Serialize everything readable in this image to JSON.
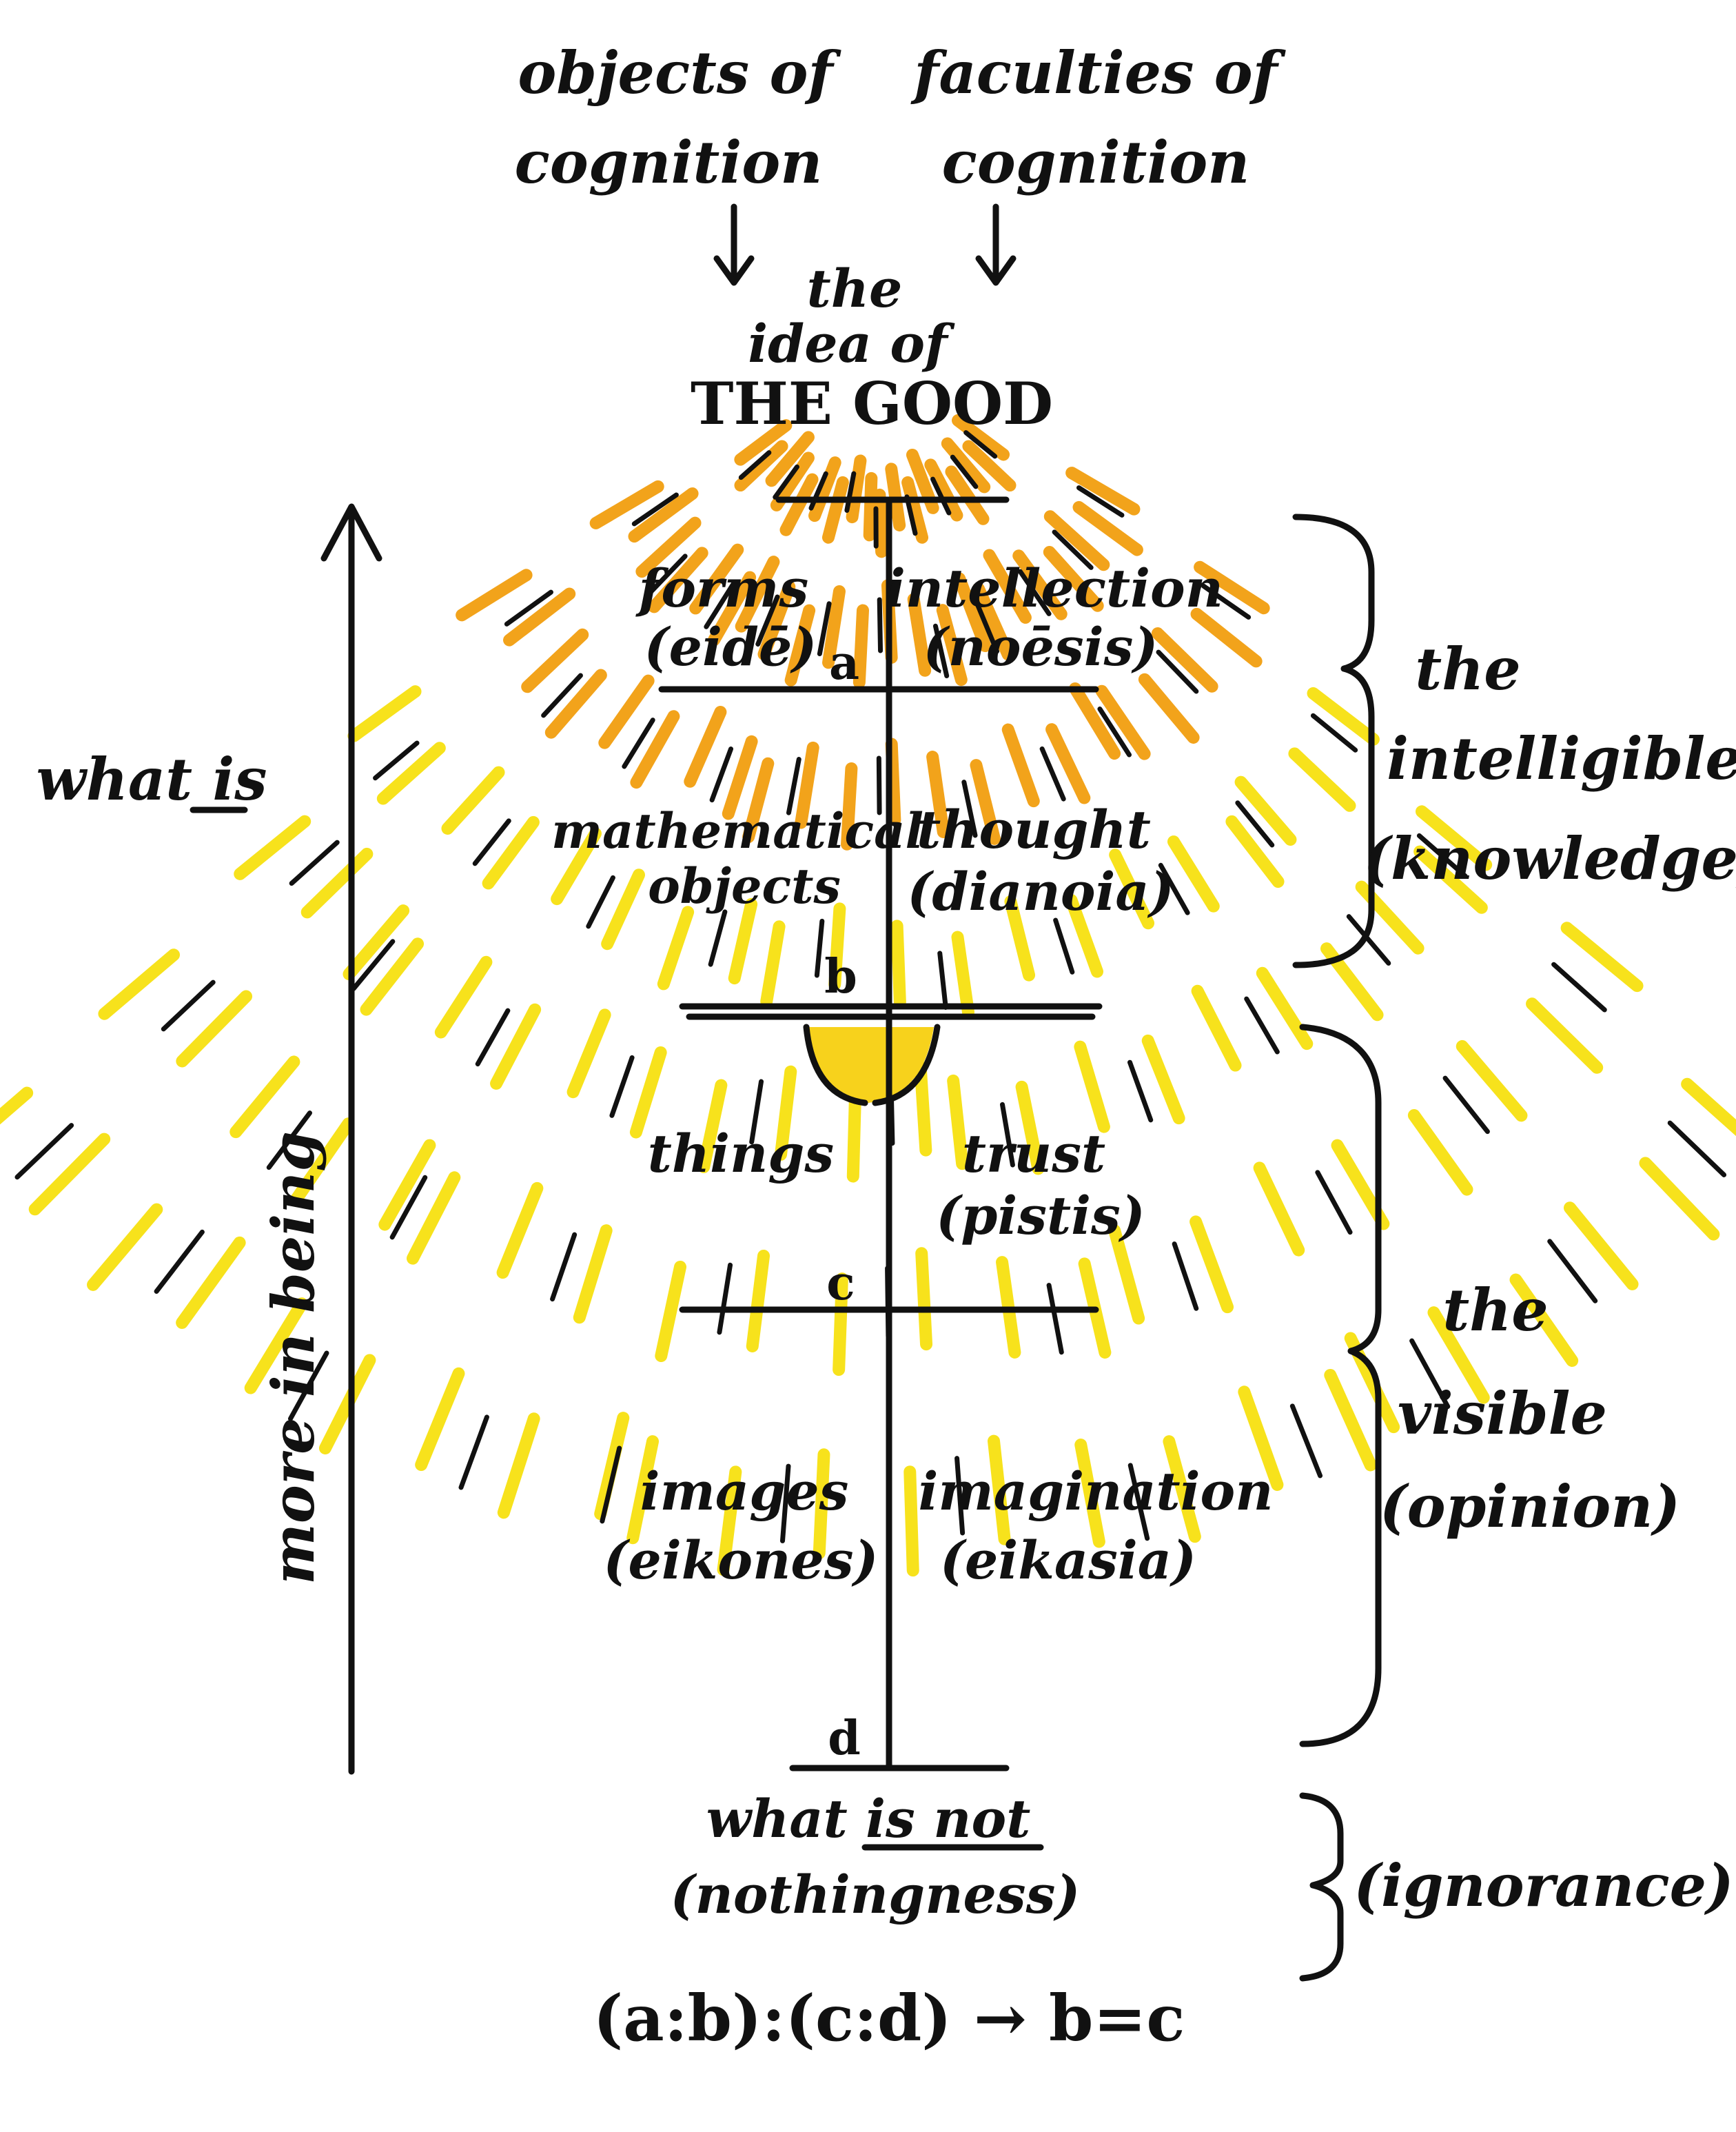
{
  "columns": {
    "objects_header": [
      "objects of",
      "cognition"
    ],
    "faculties_header": [
      "faculties of",
      "cognition"
    ]
  },
  "top": {
    "lines": [
      "the",
      "idea of",
      "THE GOOD"
    ]
  },
  "rows": [
    {
      "object": [
        "forms",
        "(eidē)"
      ],
      "faculty": [
        "intellection",
        "(noēsis)"
      ],
      "letter": "a"
    },
    {
      "object": [
        "mathematical",
        "objects"
      ],
      "faculty": [
        "thought",
        "(dianoia)"
      ],
      "letter": "b"
    },
    {
      "object": [
        "things"
      ],
      "faculty": [
        "trust",
        "(pistis)"
      ],
      "letter": "c"
    },
    {
      "object": [
        "images",
        "(eikones)"
      ],
      "faculty": [
        "imagination",
        "(eikasia)"
      ],
      "letter": "d"
    }
  ],
  "axis": {
    "left_label": "what is",
    "vertical_label": "more in being"
  },
  "brackets": {
    "intelligible": [
      "the",
      "intelligible",
      "(knowledge)"
    ],
    "visible": [
      "the",
      "visible",
      "(opinion)"
    ],
    "ignorance": "(ignorance)"
  },
  "bottom": {
    "not_line1": "what is not",
    "not_line2": "(nothingness)",
    "formula": "(a:b):(c:d) → b=c"
  },
  "colors": {
    "ink": "#111111",
    "ray_orange": "#f2a31b",
    "ray_yellow": "#f7e21c",
    "sun_fill": "#f7d21c"
  }
}
